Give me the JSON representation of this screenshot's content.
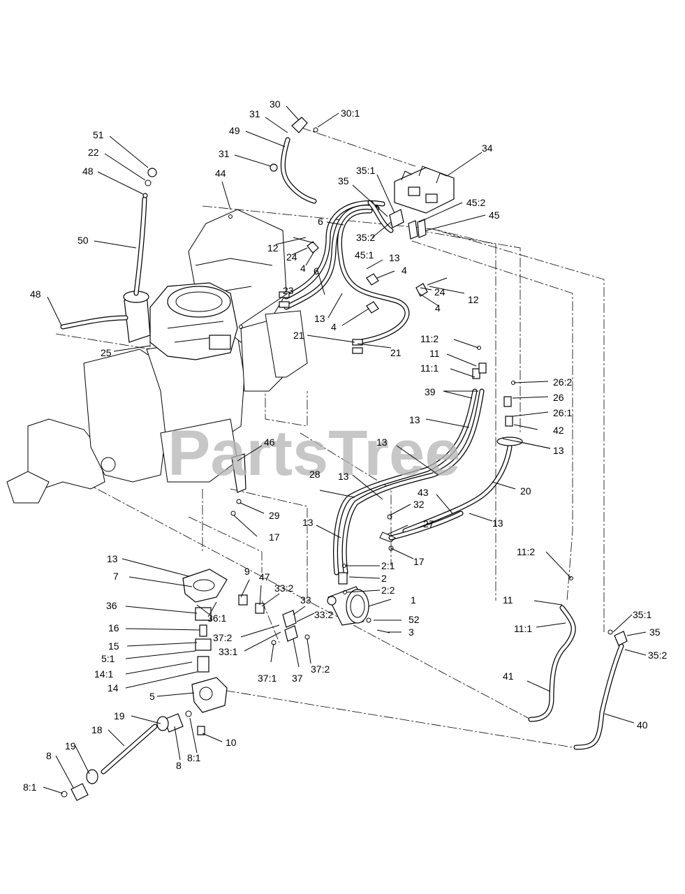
{
  "watermark": "PartsTree",
  "labels": {
    "l30": "30",
    "l30_1": "30:1",
    "l31a": "31",
    "l49": "49",
    "l31b": "31",
    "l51": "51",
    "l22": "22",
    "l48a": "48",
    "l44": "44",
    "l50": "50",
    "l34": "34",
    "l35_1a": "35:1",
    "l35a": "35",
    "l45_2": "45:2",
    "l45": "45",
    "l6a": "6",
    "l35_2a": "35:2",
    "l12a": "12",
    "l24a": "24",
    "l4a": "4",
    "l45_1": "45:1",
    "l13a": "13",
    "l4b": "4",
    "l6b": "6",
    "l48b": "48",
    "l23": "23",
    "l13b": "13",
    "l4c": "4",
    "l24b": "24",
    "l12b": "12",
    "l4d": "4",
    "l21a": "21",
    "l21b": "21",
    "l25": "25",
    "l11_2a": "11:2",
    "l11a": "11",
    "l11_1a": "11:1",
    "l26_2": "26:2",
    "l26": "26",
    "l26_1": "26:1",
    "l39": "39",
    "l13c": "13",
    "l42": "42",
    "l13d": "13",
    "l46": "46",
    "l13e": "13",
    "l28": "28",
    "l13f": "13",
    "l20": "20",
    "l32": "32",
    "l43": "43",
    "l13g": "13",
    "l29": "29",
    "l27": "27",
    "l17a": "17",
    "l13h": "13",
    "l17b": "17",
    "l11_2b": "11:2",
    "l2_1": "2:1",
    "l2": "2",
    "l2_2": "2:2",
    "l13i": "13",
    "l7": "7",
    "l9": "9",
    "l47": "47",
    "l33_2a": "33:2",
    "l1": "1",
    "l33": "33",
    "l11b": "11",
    "l36": "36",
    "l36_1": "36:1",
    "l33_2b": "33:2",
    "l52": "52",
    "l16": "16",
    "l3": "3",
    "l11_1b": "11:1",
    "l35_1b": "35:1",
    "l35b": "35",
    "l37_2a": "37:2",
    "l15": "15",
    "l33_1": "33:1",
    "l35_2b": "35:2",
    "l5_1": "5:1",
    "l37_1": "37:1",
    "l37": "37",
    "l37_2b": "37:2",
    "l14_1": "14:1",
    "l14": "14",
    "l41": "41",
    "l5": "5",
    "l40": "40",
    "l19a": "19",
    "l18": "18",
    "l10": "10",
    "l19b": "19",
    "l8a": "8",
    "l8_1a": "8:1",
    "l8b": "8",
    "l8_1b": "8:1"
  }
}
